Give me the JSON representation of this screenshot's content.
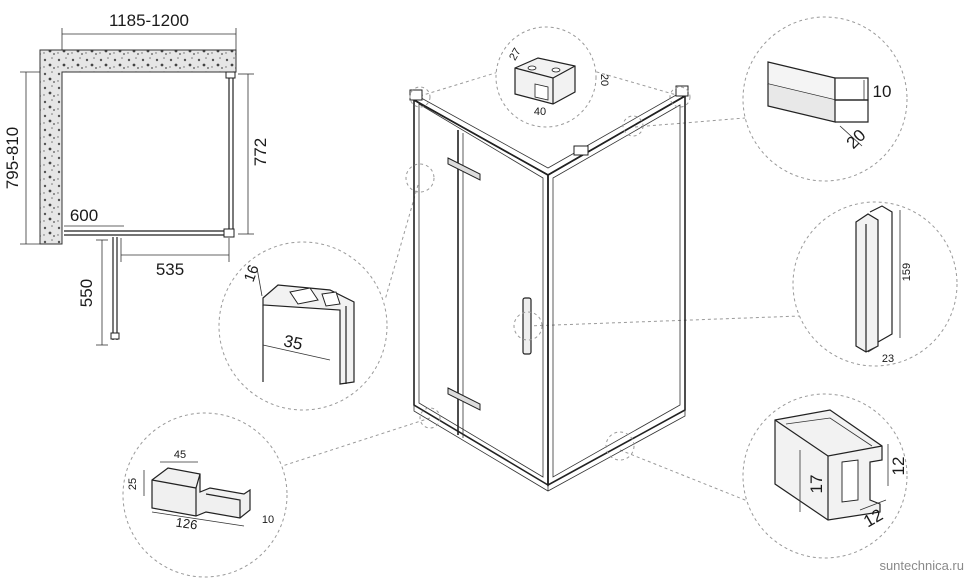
{
  "plan": {
    "width_label": "1185-1200",
    "depth_label": "795-810",
    "side_label": "772",
    "door_label": "600",
    "offset_label": "535",
    "swing_label": "550"
  },
  "details": {
    "bracket": {
      "a": "27",
      "b": "20",
      "c": "40"
    },
    "profile_top": {
      "a": "10",
      "b": "20"
    },
    "profile_wall": {
      "a": "16",
      "b": "35"
    },
    "handle": {
      "a": "159",
      "b": "23"
    },
    "hinge": {
      "a": "45",
      "b": "25",
      "c": "126",
      "d": "10"
    },
    "profile_bottom": {
      "a": "17",
      "b": "12",
      "c": "12"
    }
  },
  "watermark": "suntechnica.ru"
}
